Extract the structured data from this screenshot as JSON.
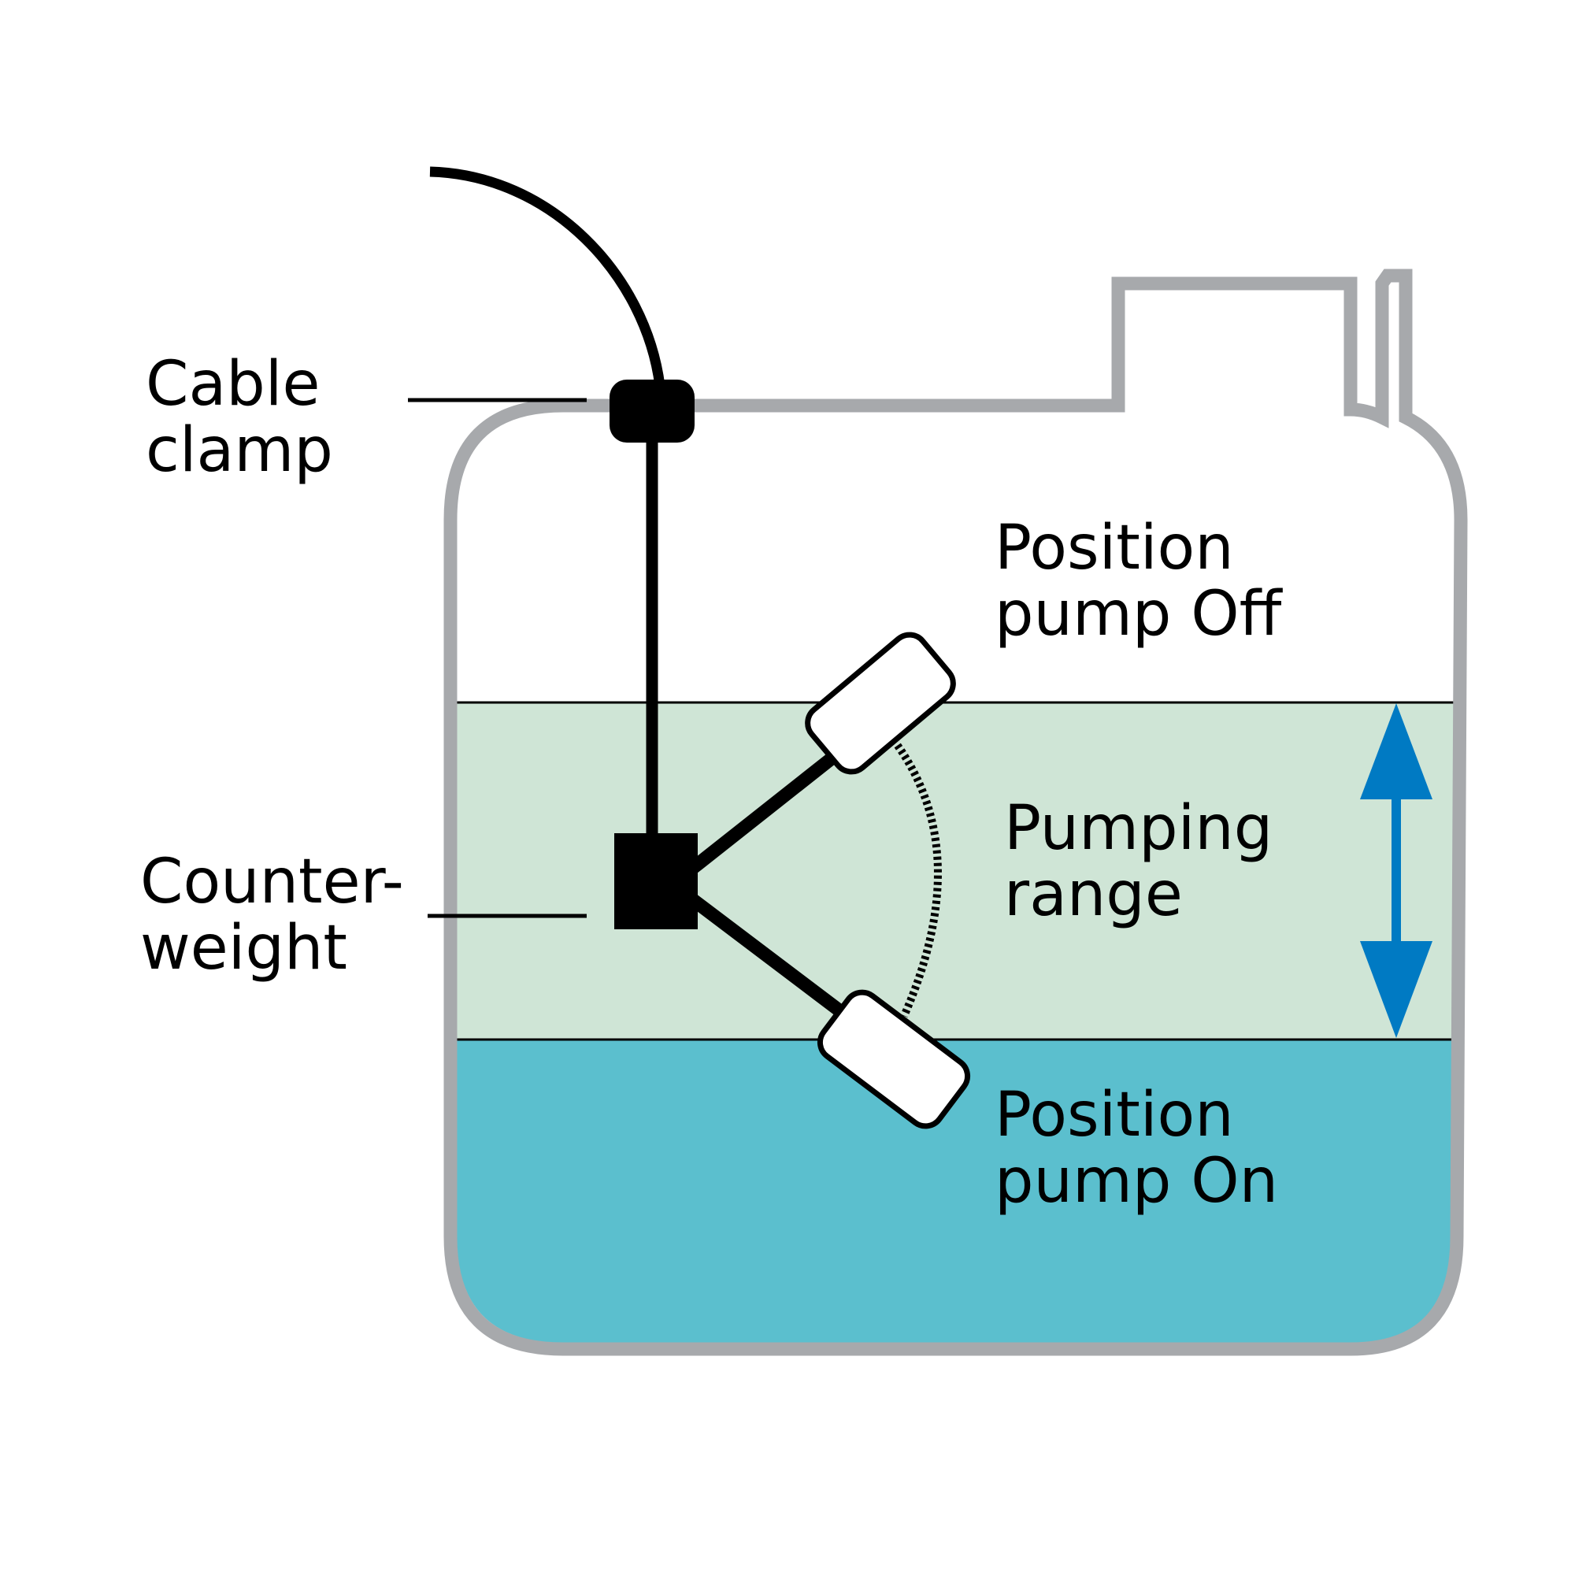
{
  "diagram": {
    "title": "Float switch with counterweight in tank",
    "labels": {
      "cable_clamp": [
        "Cable",
        "clamp"
      ],
      "counterweight": [
        "Counter-",
        "weight"
      ],
      "position_off": [
        "Position",
        "pump Off"
      ],
      "pumping_range": [
        "Pumping",
        "range"
      ],
      "position_on": [
        "Position",
        "pump On"
      ]
    },
    "colors": {
      "tank_outline": "#A7A9AC",
      "pumping_range_fill": "#CFE5D6",
      "water_fill": "#5BBFCE",
      "arrow": "#007AC3",
      "ink": "#000000",
      "float_fill": "#FFFFFF"
    },
    "components": [
      {
        "id": "cable",
        "name": "Cable"
      },
      {
        "id": "cable-clamp",
        "name": "Cable clamp"
      },
      {
        "id": "counterweight",
        "name": "Counterweight"
      },
      {
        "id": "float-upper",
        "name": "Float switch (pump Off position)"
      },
      {
        "id": "float-lower",
        "name": "Float switch (pump On position)"
      },
      {
        "id": "swing-arc",
        "name": "Float swing path"
      },
      {
        "id": "range-arrow",
        "name": "Pumping range arrow"
      }
    ]
  }
}
